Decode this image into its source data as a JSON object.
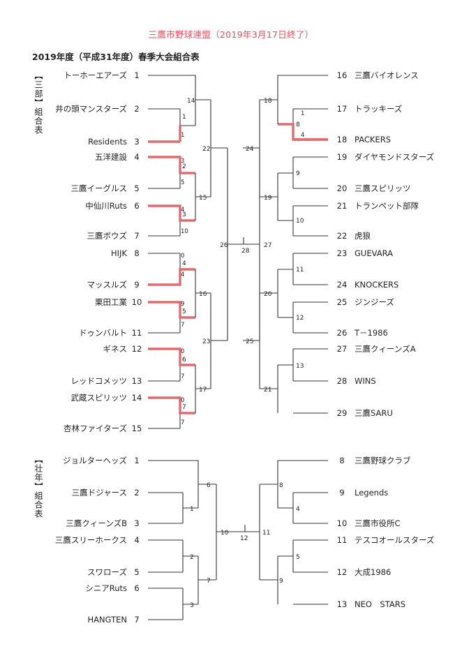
{
  "title": "三鷹市野球連盟（2019年3月17日終了）",
  "subtitle": "2019年度（平成31年度）春季大会組合表",
  "divisions": [
    {
      "label": "【三部】組合表",
      "final": {
        "left": "26",
        "center": "28",
        "right": "27"
      },
      "teams": [
        {
          "seed": "1",
          "name": "トーホーエアーズ"
        },
        {
          "seed": "2",
          "name": "井の頭マンスターズ"
        },
        {
          "seed": "3",
          "name": "Residents"
        },
        {
          "seed": "4",
          "name": "五洋建設"
        },
        {
          "seed": "5",
          "name": "三鷹イーグルス"
        },
        {
          "seed": "6",
          "name": "中仙川Ruts"
        },
        {
          "seed": "7",
          "name": "三鷹ボウズ"
        },
        {
          "seed": "8",
          "name": "HIJK"
        },
        {
          "seed": "9",
          "name": "マッスルズ"
        },
        {
          "seed": "10",
          "name": "栗田工業"
        },
        {
          "seed": "11",
          "name": "ドゥンバルト"
        },
        {
          "seed": "12",
          "name": "ギネス"
        },
        {
          "seed": "13",
          "name": "レッドコメッツ"
        },
        {
          "seed": "14",
          "name": "武蔵スピリッツ"
        },
        {
          "seed": "15",
          "name": "杏林ファイターズ"
        },
        {
          "seed": "16",
          "name": "三鷹バイオレンス"
        },
        {
          "seed": "17",
          "name": "トラッキーズ"
        },
        {
          "seed": "18",
          "name": "PACKERS"
        },
        {
          "seed": "19",
          "name": "ダイヤモンドスターズ"
        },
        {
          "seed": "20",
          "name": "三鷹スピリッツ"
        },
        {
          "seed": "21",
          "name": "トランペット部隊"
        },
        {
          "seed": "22",
          "name": "虎狼"
        },
        {
          "seed": "23",
          "name": "GUEVARA"
        },
        {
          "seed": "24",
          "name": "KNOCKERS"
        },
        {
          "seed": "25",
          "name": "ジンジーズ"
        },
        {
          "seed": "26",
          "name": "T－1986"
        },
        {
          "seed": "27",
          "name": "三鷹クィーンズA"
        },
        {
          "seed": "28",
          "name": "WINS"
        },
        {
          "seed": "29",
          "name": "三鷹SARU"
        }
      ],
      "match_labels": [
        "1",
        "2",
        "3",
        "4",
        "5",
        "6",
        "7",
        "8",
        "9",
        "10",
        "11",
        "12",
        "13",
        "14",
        "15",
        "16",
        "17",
        "18",
        "19",
        "20",
        "21",
        "22",
        "23",
        "24",
        "25"
      ],
      "scores": [
        "1",
        "3",
        "5",
        "4",
        "10",
        "0",
        "4",
        "9",
        "7",
        "0",
        "7",
        "0",
        "7",
        "0",
        "1",
        "4"
      ]
    },
    {
      "label": "【壮年】組合表",
      "final": {
        "left": "10",
        "center": "12",
        "right": "11"
      },
      "teams": [
        {
          "seed": "1",
          "name": "ジョルターヘッズ"
        },
        {
          "seed": "2",
          "name": "三鷹ドジャース"
        },
        {
          "seed": "3",
          "name": "三鷹クィーンズB"
        },
        {
          "seed": "4",
          "name": "三鷹スリーホークス"
        },
        {
          "seed": "5",
          "name": "スワローズ"
        },
        {
          "seed": "6",
          "name": "シニアRuts"
        },
        {
          "seed": "7",
          "name": "HANGTEN"
        },
        {
          "seed": "8",
          "name": "三鷹野球クラブ"
        },
        {
          "seed": "9",
          "name": "Legends"
        },
        {
          "seed": "10",
          "name": "三鷹市役所C"
        },
        {
          "seed": "11",
          "name": "テスコオールスターズ"
        },
        {
          "seed": "12",
          "name": "大成1986"
        },
        {
          "seed": "13",
          "name": "NEO　STARS"
        }
      ],
      "match_labels": [
        "1",
        "2",
        "3",
        "4",
        "5",
        "6",
        "7",
        "8",
        "9"
      ]
    }
  ],
  "colors": {
    "title": "#e05560",
    "winner_line": "#e06a6f",
    "line": "#333333"
  }
}
